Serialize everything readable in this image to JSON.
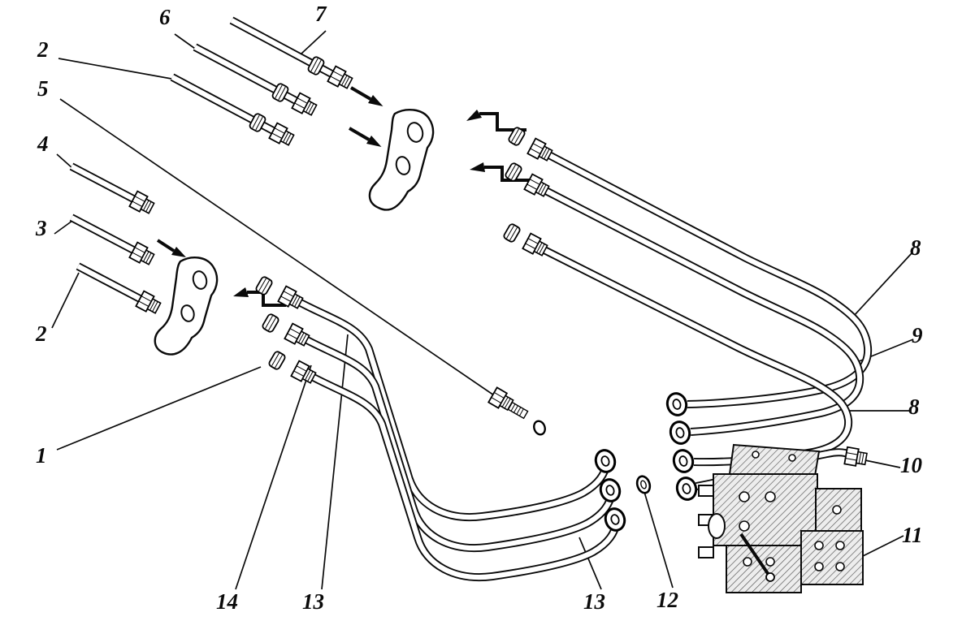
{
  "diagram": {
    "ink_color": "#0a0a0a",
    "paper_color": "#ffffff",
    "callouts": [
      {
        "id": "c6",
        "label": "6"
      },
      {
        "id": "c7",
        "label": "7"
      },
      {
        "id": "c2-top",
        "label": "2"
      },
      {
        "id": "c5",
        "label": "5"
      },
      {
        "id": "c4",
        "label": "4"
      },
      {
        "id": "c3",
        "label": "3"
      },
      {
        "id": "c2-left",
        "label": "2"
      },
      {
        "id": "c1",
        "label": "1"
      },
      {
        "id": "c14",
        "label": "14"
      },
      {
        "id": "c13-left",
        "label": "13"
      },
      {
        "id": "c13-right",
        "label": "13"
      },
      {
        "id": "c12",
        "label": "12"
      },
      {
        "id": "c11",
        "label": "11"
      },
      {
        "id": "c10",
        "label": "10"
      },
      {
        "id": "c8-top",
        "label": "8"
      },
      {
        "id": "c9",
        "label": "9"
      },
      {
        "id": "c8-bottom",
        "label": "8"
      }
    ]
  }
}
